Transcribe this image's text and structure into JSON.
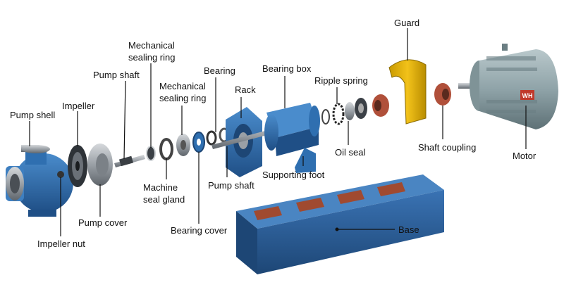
{
  "labels": {
    "guard": "Guard",
    "mech_ring_1": "Mechanical\nsealing ring",
    "bearing_box": "Bearing box",
    "bearing": "Bearing",
    "ripple_spring": "Ripple spring",
    "pump_shaft_top": "Pump shaft",
    "rack": "Rack",
    "mech_ring_2": "Mechanical\nsealing ring",
    "pump_shell": "Pump shell",
    "impeller": "Impeller",
    "oil_seal": "Oil seal",
    "shaft_coupling": "Shaft coupling",
    "motor": "Motor",
    "supporting_foot": "Supporting foot",
    "pump_shaft_bottom": "Pump shaft",
    "machine_seal_gland": "Machine\nseal gland",
    "pump_cover": "Pump cover",
    "bearing_cover": "Bearing cover",
    "base": "Base",
    "impeller_nut": "Impeller nut"
  },
  "motor_badge": "WH",
  "colors": {
    "pump_blue": "#2f6fb0",
    "base_blue": "#2a5f9e",
    "guard_yellow": "#e8b400",
    "coupling_red": "#b0503a",
    "motor_grey": "#8fa3a8",
    "steel": "#a8adb2"
  }
}
